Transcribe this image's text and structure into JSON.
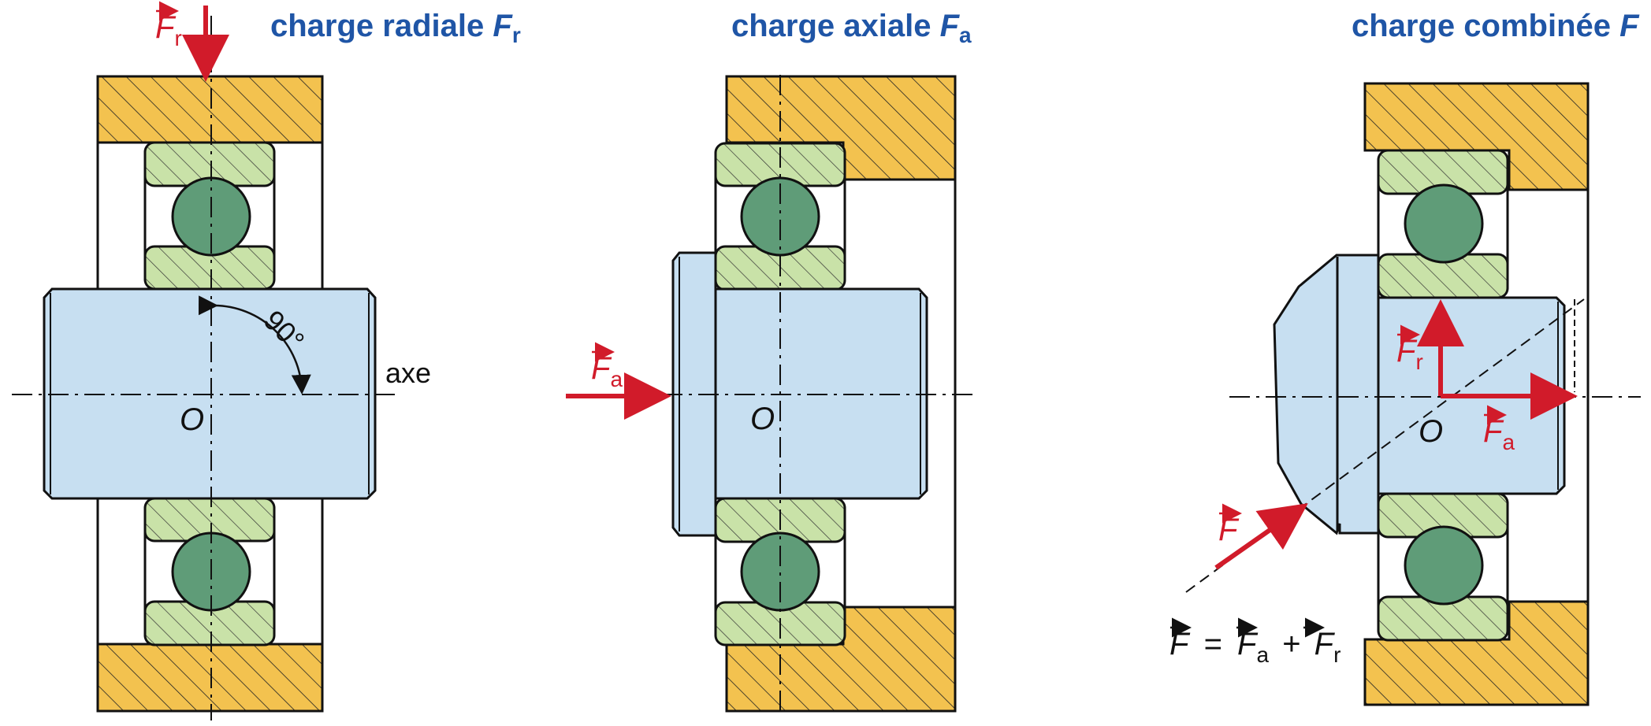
{
  "panels": [
    {
      "title_prefix": "charge radiale ",
      "title_var": "F",
      "title_sub": "r"
    },
    {
      "title_prefix": "charge axiale ",
      "title_var": "F",
      "title_sub": "a"
    },
    {
      "title_prefix": "charge combinée ",
      "title_var": "F",
      "title_sub": ""
    }
  ],
  "labels": {
    "origin": "O",
    "axis": "axe",
    "angle": "90°",
    "force": "F",
    "sub_r": "r",
    "sub_a": "a",
    "eq_equals": "=",
    "eq_plus": "+"
  },
  "colors": {
    "title": "#1f55a6",
    "force": "#d11b2a",
    "shaft": "#c7dff1",
    "housing": "#f3c24f",
    "ring": "#c9e2a8",
    "ball": "#5f9c78"
  },
  "icons": [
    "force-arrow-icon",
    "ball-icon",
    "hatch-pattern-icon"
  ]
}
